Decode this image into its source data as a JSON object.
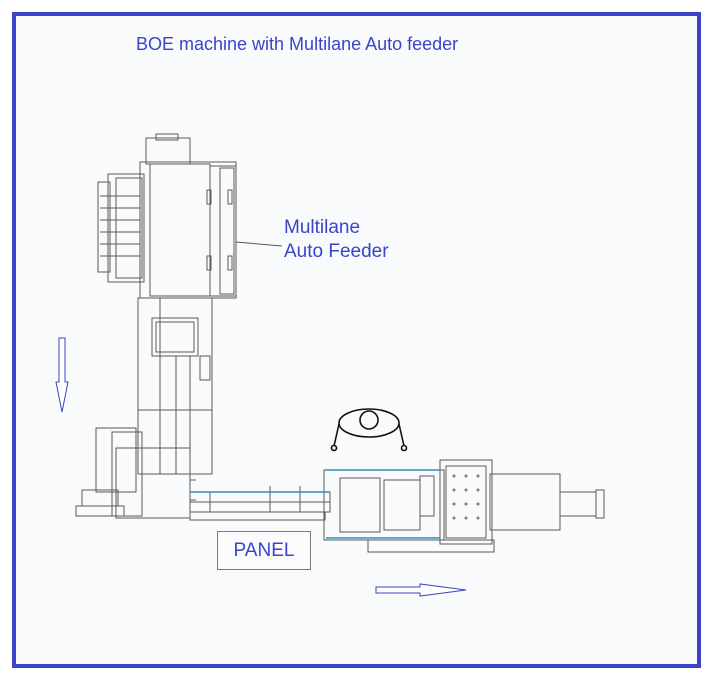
{
  "diagram": {
    "title": "BOE machine with Multilane Auto feeder",
    "labels": {
      "feeder_line1": "Multilane",
      "feeder_line2": "Auto Feeder",
      "panel": "PANEL"
    },
    "colors": {
      "border": "#3b44c8",
      "text": "#3b44c8",
      "drawing": "#5a5a5a",
      "accent": "#2f8fbf"
    },
    "icons": [
      "operator-icon",
      "down-arrow-icon",
      "right-arrow-icon"
    ]
  }
}
